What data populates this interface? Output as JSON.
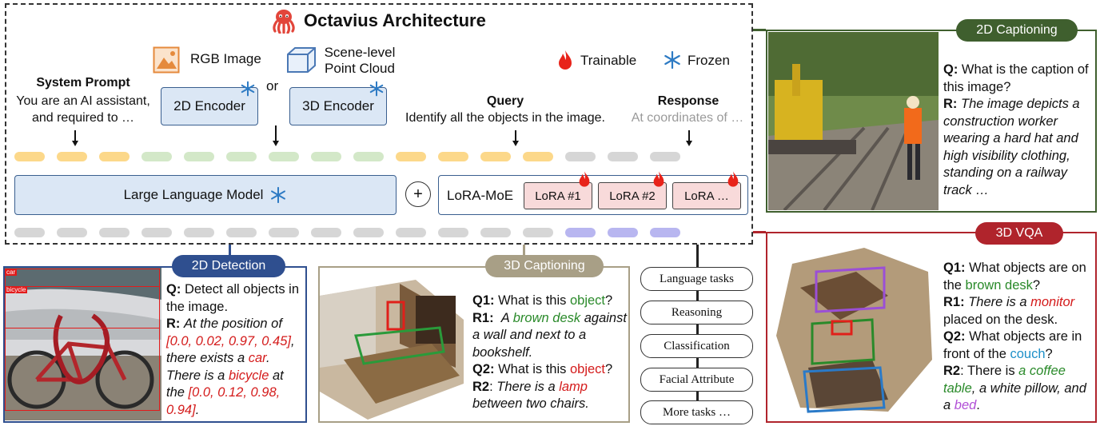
{
  "arch": {
    "title": "Octavius Architecture",
    "rgb_image": "RGB Image",
    "or": "or",
    "point_cloud_l1": "Scene-level",
    "point_cloud_l2": "Point Cloud",
    "trainable": "Trainable",
    "frozen": "Frozen",
    "system_prompt_label": "System Prompt",
    "system_prompt_l1": "You are an AI assistant,",
    "system_prompt_l2": "and required to …",
    "encoder_2d": "2D Encoder",
    "encoder_3d": "3D Encoder",
    "query_label": "Query",
    "query_text": "Identify all the objects in the image.",
    "response_label": "Response",
    "response_text": "At coordinates of …",
    "llm": "Large Language Model",
    "plus": "+",
    "lora_moe": "LoRA-MoE",
    "lora1": "LoRA #1",
    "lora2": "LoRA #2",
    "lora3": "LoRA …"
  },
  "det2d": {
    "title": "2D Detection",
    "color": "#2f4f8f",
    "box_car": "car",
    "box_bicycle": "bicycle",
    "q_label": "Q:",
    "q_text": "Detect all objects in the image.",
    "r_label": "R:",
    "r_1": "At the position of ",
    "r_coord1": "[0.0, 0.02, 0.97, 0.45]",
    "r_2": ", there exists a ",
    "r_car": "car",
    "r_3": ". There is a ",
    "r_bicycle": "bicycle",
    "r_4": " at the ",
    "r_coord2": "[0.0, 0.12, 0.98, 0.94]",
    "r_5": "."
  },
  "cap3d": {
    "title": "3D Captioning",
    "color": "#a89f86",
    "q1_label": "Q1:",
    "q1_text": " What is this ",
    "q1_obj": "object",
    "q1_end": "?",
    "r1_label": "R1:",
    "r1_a": "A ",
    "r1_desk": "brown desk",
    "r1_b": " against a wall and next to a bookshelf.",
    "q2_label": "Q2:",
    "q2_text": " What is this ",
    "q2_obj": "object",
    "q2_end": "?",
    "r2_label": "R2",
    "r2_a": ": ",
    "r2_b": "There is a ",
    "r2_lamp": "lamp",
    "r2_c": " between two chairs."
  },
  "tasks": [
    "Language tasks",
    "Reasoning",
    "Classification",
    "Facial Attribute",
    "More tasks …"
  ],
  "cap2d": {
    "title": "2D Captioning",
    "color": "#3f5f2e",
    "q_label": "Q:",
    "q_text": " What is the caption of this image?",
    "r_label": "R:",
    "r_text": "The image depicts a construction worker wearing a hard hat and high visibility clothing, standing on a railway track …"
  },
  "vqa3d": {
    "title": "3D VQA",
    "color": "#b0242c",
    "q1_label": "Q1:",
    "q1_a": " What objects are on the ",
    "q1_desk": "brown desk",
    "q1_b": "?",
    "r1_label": "R1:",
    "r1_a": "There is a ",
    "r1_monitor": "monitor",
    "r1_b": " placed on the desk.",
    "q2_label": "Q2:",
    "q2_a": " What objects are in front of the ",
    "q2_couch": "couch",
    "q2_b": "?",
    "r2_label": "R2",
    "r2_a": ": There is ",
    "r2_table": "a coffee table",
    "r2_b": ", a white pillow, and a ",
    "r2_bed": "bed",
    "r2_c": "."
  }
}
